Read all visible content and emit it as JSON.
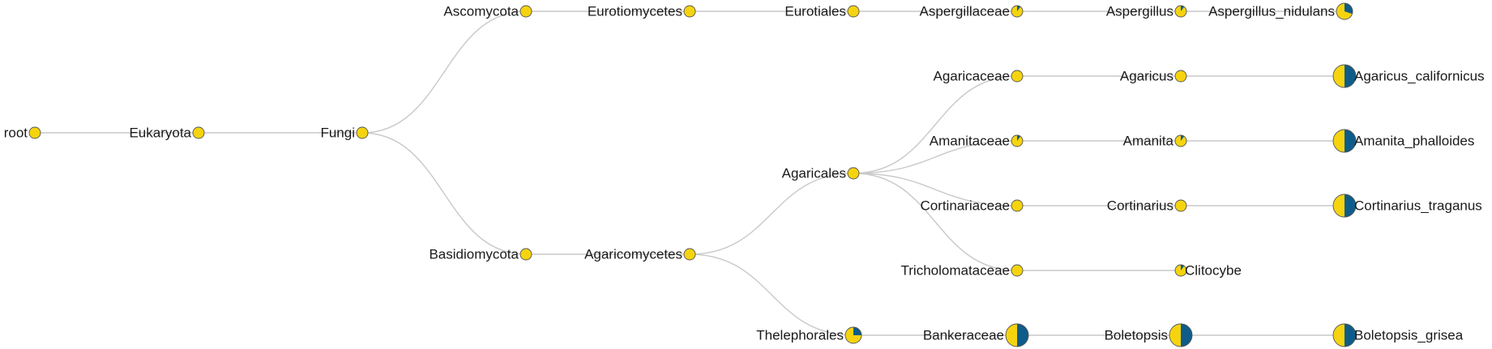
{
  "colors": {
    "primary": "#f5d40f",
    "secondary": "#0e5c8a",
    "link": "#c9c9c9"
  },
  "tree": {
    "nodes": [
      {
        "id": "root",
        "label": "root",
        "parent": null,
        "share": 0,
        "size": "small"
      },
      {
        "id": "eukaryota",
        "label": "Eukaryota",
        "parent": "root",
        "share": 0,
        "size": "small"
      },
      {
        "id": "fungi",
        "label": "Fungi",
        "parent": "eukaryota",
        "share": 0,
        "size": "small"
      },
      {
        "id": "ascomycota",
        "label": "Ascomycota",
        "parent": "fungi",
        "share": 0,
        "size": "small"
      },
      {
        "id": "eurotiomycetes",
        "label": "Eurotiomycetes",
        "parent": "ascomycota",
        "share": 0,
        "size": "small"
      },
      {
        "id": "eurotiales",
        "label": "Eurotiales",
        "parent": "eurotiomycetes",
        "share": 0,
        "size": "small"
      },
      {
        "id": "aspergillaceae",
        "label": "Aspergillaceae",
        "parent": "eurotiales",
        "share": 0.1,
        "size": "small"
      },
      {
        "id": "aspergillus",
        "label": "Aspergillus",
        "parent": "aspergillaceae",
        "share": 0.1,
        "size": "small"
      },
      {
        "id": "aspergillus_nidulans",
        "label": "Aspergillus_nidulans",
        "parent": "aspergillus",
        "share": 0.3,
        "size": "medium"
      },
      {
        "id": "basidiomycota",
        "label": "Basidiomycota",
        "parent": "fungi",
        "share": 0,
        "size": "small"
      },
      {
        "id": "agaricomycetes",
        "label": "Agaricomycetes",
        "parent": "basidiomycota",
        "share": 0,
        "size": "small"
      },
      {
        "id": "agaricales",
        "label": "Agaricales",
        "parent": "agaricomycetes",
        "share": 0,
        "size": "small"
      },
      {
        "id": "agaricaceae",
        "label": "Agaricaceae",
        "parent": "agaricales",
        "share": 0,
        "size": "small"
      },
      {
        "id": "agaricus",
        "label": "Agaricus",
        "parent": "agaricaceae",
        "share": 0,
        "size": "small"
      },
      {
        "id": "agaricus_californicus",
        "label": "Agaricus_californicus",
        "parent": "agaricus",
        "share": 0.5,
        "size": "large"
      },
      {
        "id": "amanitaceae",
        "label": "Amanitaceae",
        "parent": "agaricales",
        "share": 0.1,
        "size": "small"
      },
      {
        "id": "amanita",
        "label": "Amanita",
        "parent": "amanitaceae",
        "share": 0.1,
        "size": "small"
      },
      {
        "id": "amanita_phalloides",
        "label": "Amanita_phalloides",
        "parent": "amanita",
        "share": 0.5,
        "size": "large"
      },
      {
        "id": "cortinariaceae",
        "label": "Cortinariaceae",
        "parent": "agaricales",
        "share": 0,
        "size": "small"
      },
      {
        "id": "cortinarius",
        "label": "Cortinarius",
        "parent": "cortinariaceae",
        "share": 0,
        "size": "small"
      },
      {
        "id": "cortinarius_traganus",
        "label": "Cortinarius_traganus",
        "parent": "cortinarius",
        "share": 0.5,
        "size": "large"
      },
      {
        "id": "tricholomataceae",
        "label": "Tricholomataceae",
        "parent": "agaricales",
        "share": 0,
        "size": "small"
      },
      {
        "id": "clitocybe",
        "label": "Clitocybe",
        "parent": "tricholomataceae",
        "share": 0.1,
        "size": "small"
      },
      {
        "id": "thelephorales",
        "label": "Thelephorales",
        "parent": "agaricomycetes",
        "share": 0.25,
        "size": "medium"
      },
      {
        "id": "bankeraceae",
        "label": "Bankeraceae",
        "parent": "thelephorales",
        "share": 0.5,
        "size": "large"
      },
      {
        "id": "boletopsis",
        "label": "Boletopsis",
        "parent": "bankeraceae",
        "share": 0.5,
        "size": "large"
      },
      {
        "id": "boletopsis_grisea",
        "label": "Boletopsis_grisea",
        "parent": "boletopsis",
        "share": 0.5,
        "size": "large"
      }
    ]
  }
}
